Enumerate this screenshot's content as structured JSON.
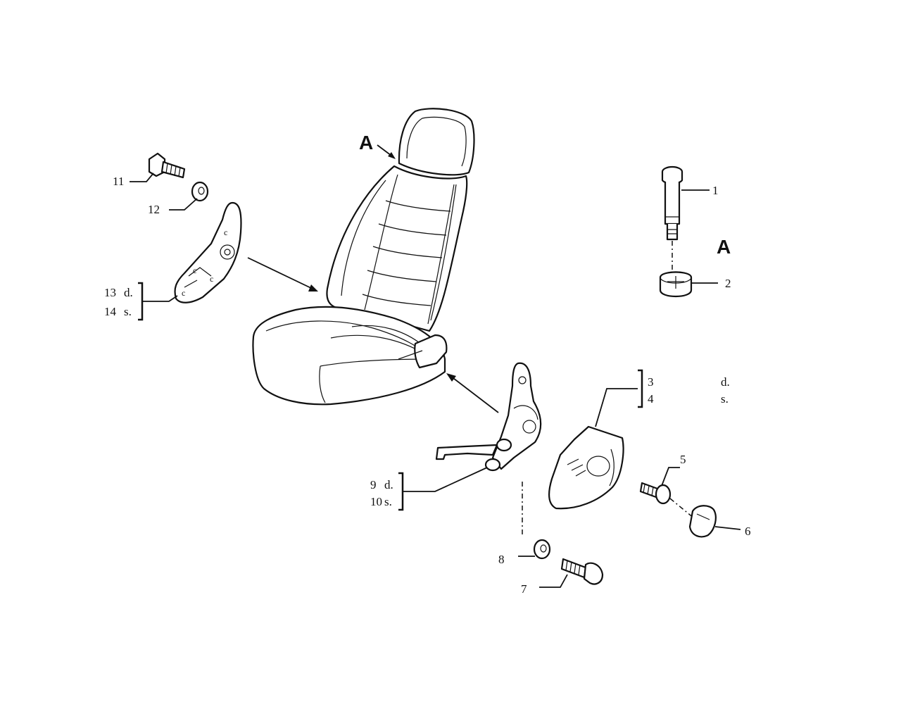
{
  "view_label": "A",
  "detail": {
    "label": "A",
    "parts": [
      "1",
      "2"
    ]
  },
  "callouts": [
    {
      "id": "c1",
      "number": "1"
    },
    {
      "id": "c2",
      "number": "2"
    },
    {
      "id": "c5",
      "number": "5"
    },
    {
      "id": "c6",
      "number": "6"
    },
    {
      "id": "c7",
      "number": "7"
    },
    {
      "id": "c8",
      "number": "8"
    },
    {
      "id": "c11",
      "number": "11"
    },
    {
      "id": "c12",
      "number": "12"
    }
  ],
  "paired_callouts": [
    {
      "id": "p3_4",
      "right": {
        "number": "3",
        "side": "d."
      },
      "left": {
        "number": "4",
        "side": "s."
      }
    },
    {
      "id": "p9_10",
      "right": {
        "number": "9",
        "side": "d."
      },
      "left": {
        "number": "10",
        "side": "s."
      }
    },
    {
      "id": "p13_14",
      "right": {
        "number": "13",
        "side": "d."
      },
      "left": {
        "number": "14",
        "side": "s."
      }
    }
  ]
}
